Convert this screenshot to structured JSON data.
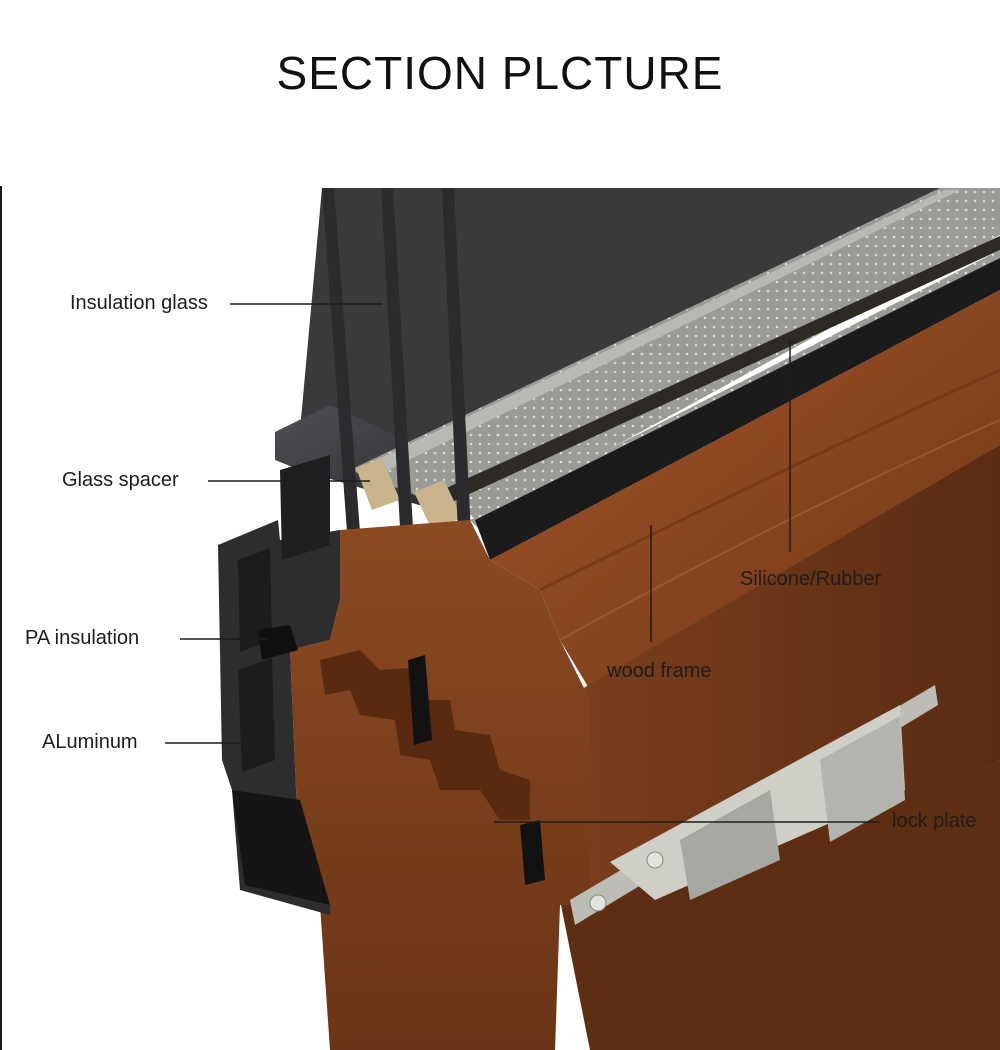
{
  "title": "SECTION PLCTURE",
  "labels": {
    "insulation_glass": "Insulation glass",
    "glass_spacer": "Glass spacer",
    "pa_insulation": "PA insulation",
    "aluminum": "ALuminum",
    "silicone_rubber": "Silicone/Rubber",
    "wood_frame": "wood frame",
    "lock_plate": "lock plate"
  },
  "colors": {
    "background": "#ffffff",
    "wood": "#8a4a22",
    "wood_dark": "#5e2e12",
    "aluminum": "#2e2e30",
    "glass_pane": "#333336",
    "spacer": "#c9b48c",
    "lock_plate": "#c8c8c2",
    "leader_line": "#1d1d1d"
  }
}
